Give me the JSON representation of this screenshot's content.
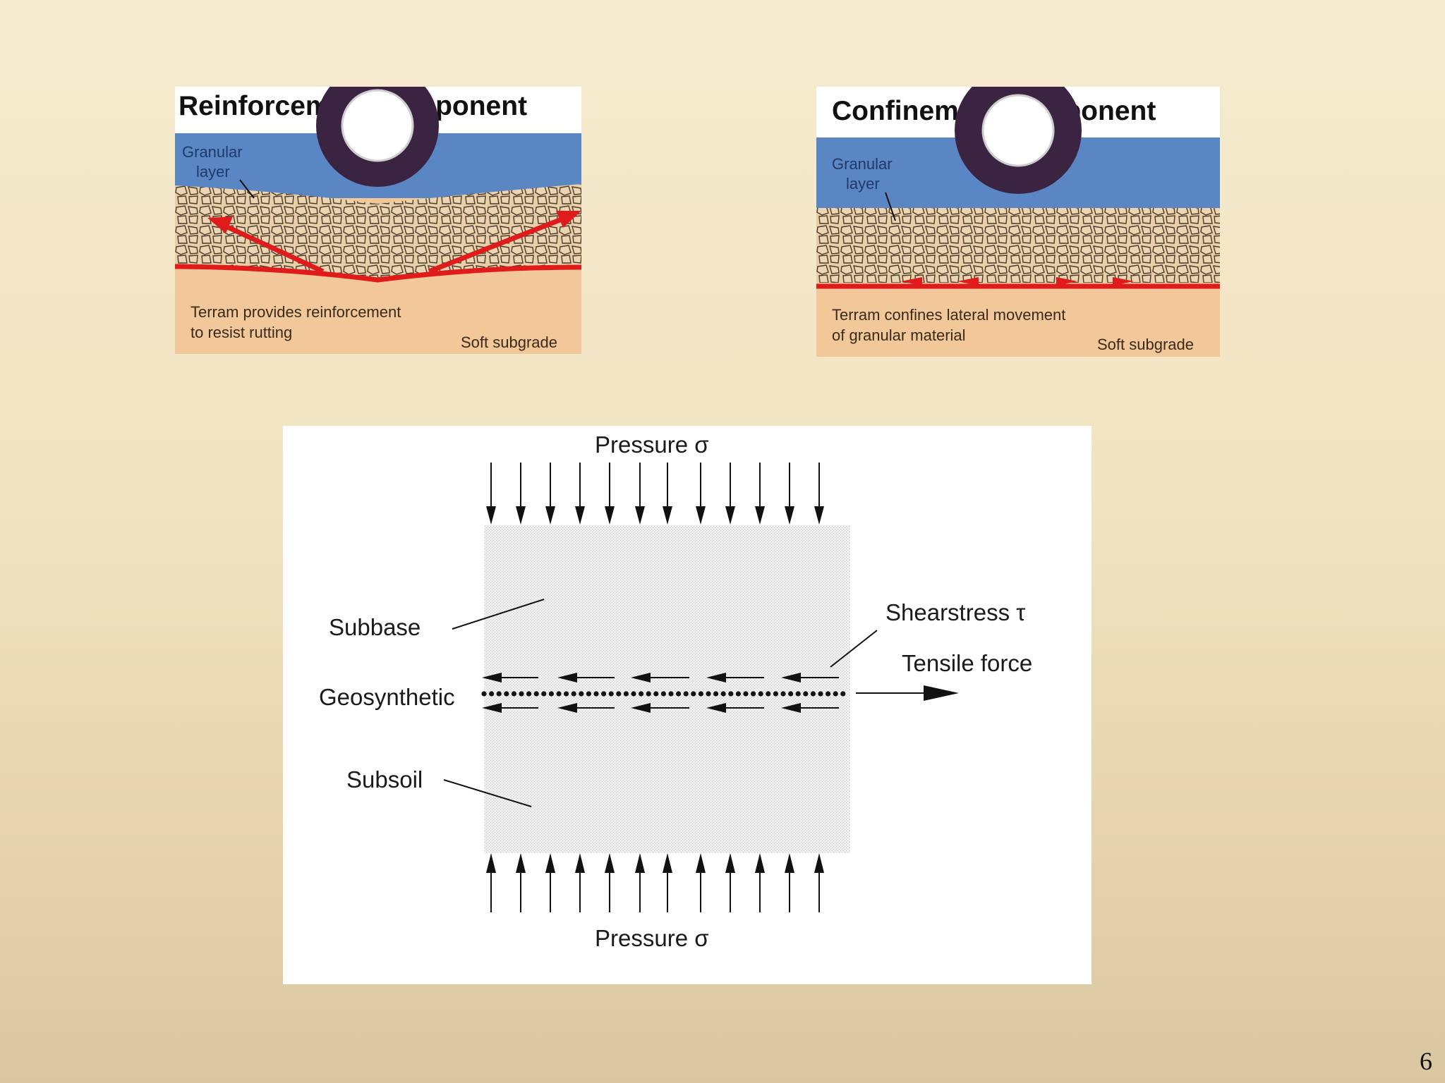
{
  "reinforcement_panel": {
    "title": "Reinforcement component",
    "granular_label_line1": "Granular",
    "granular_label_line2": "layer",
    "caption_line1": "Terram provides reinforcement",
    "caption_line2": "to resist rutting",
    "subgrade_label": "Soft subgrade"
  },
  "confinement_panel": {
    "title": "Confinement component",
    "granular_label_line1": "Granular",
    "granular_label_line2": "layer",
    "caption_line1": "Terram confines lateral movement",
    "caption_line2": "of granular material",
    "subgrade_label": "Soft subgrade"
  },
  "mechanics_diagram": {
    "pressure_top": "Pressure σ",
    "pressure_bottom": "Pressure σ",
    "subbase_label": "Subbase",
    "geosynthetic_label": "Geosynthetic",
    "subsoil_label": "Subsoil",
    "shear_label": "Shearstress τ",
    "tensile_label": "Tensile force"
  },
  "colors": {
    "sky_blue": "#5a87c4",
    "tire_dark": "#3b2442",
    "gravel": "#ead1ac",
    "subgrade": "#efc18f",
    "geotextile_red": "#e01b1b"
  },
  "slide_number": "6"
}
